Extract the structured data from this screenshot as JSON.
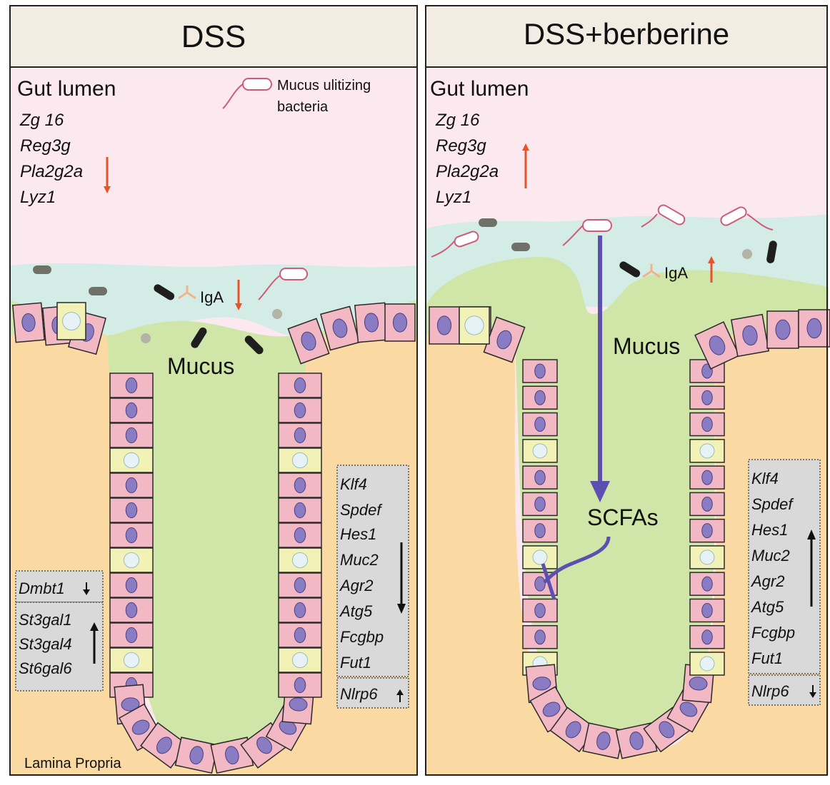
{
  "panels": [
    {
      "title": "DSS",
      "lumen_label": "Gut lumen",
      "lumen_genes": [
        "Zg 16",
        "Reg3g",
        "Pla2g2a",
        "Lyz1"
      ],
      "lumen_genes_direction": "down",
      "bacteria_legend": [
        "Mucus ulitizing",
        "bacteria"
      ],
      "iga_label": "IgA",
      "iga_direction": "down",
      "mucus_label": "Mucus",
      "left_box": {
        "genes_a": [
          "Dmbt1"
        ],
        "genes_a_direction": "down",
        "genes_b": [
          "St3gal1",
          "St3gal4",
          "St6gal6"
        ],
        "genes_b_direction": "up"
      },
      "right_box": {
        "genes_a": [
          "Klf4",
          "Spdef",
          "Hes1",
          "Muc2",
          "Agr2",
          "Atg5",
          "Fcgbp",
          "Fut1"
        ],
        "genes_a_direction": "down",
        "genes_b": [
          "Nlrp6"
        ],
        "genes_b_direction": "up"
      },
      "bottom_label": "Lamina Propria"
    },
    {
      "title": "DSS+berberine",
      "lumen_label": "Gut lumen",
      "lumen_genes": [
        "Zg 16",
        "Reg3g",
        "Pla2g2a",
        "Lyz1"
      ],
      "lumen_genes_direction": "up",
      "iga_label": "IgA",
      "iga_direction": "up",
      "mucus_label": "Mucus",
      "scfa_label": "SCFAs",
      "right_box": {
        "genes_a": [
          "Klf4",
          "Spdef",
          "Hes1",
          "Muc2",
          "Agr2",
          "Atg5",
          "Fcgbp",
          "Fut1"
        ],
        "genes_a_direction": "up",
        "genes_b": [
          "Nlrp6"
        ],
        "genes_b_direction": "down"
      }
    }
  ],
  "colors": {
    "lumen": "#fbe9ef",
    "mucus_layer": "#d3ede6",
    "mucus_inner": "#cfe6a8",
    "lamina": "#fbd9a2",
    "cell": "#f2b8c4",
    "goblet": "#f3f2b6",
    "nucleus": "#8a7cc2",
    "arrow_red": "#e8532a",
    "arrow_purple": "#5d4fb0",
    "title_bar": "#f3ece2",
    "gene_box": "#d9d9d9"
  }
}
